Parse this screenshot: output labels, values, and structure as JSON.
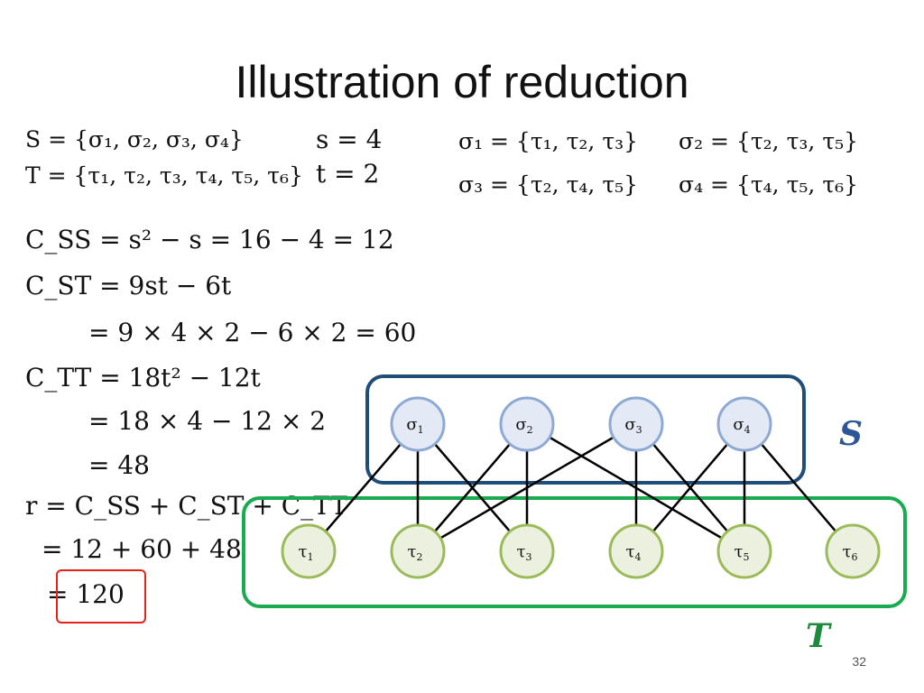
{
  "slide": {
    "title": "Illustration of reduction",
    "page_number": "32"
  },
  "equations": {
    "S_set": "S = {σ₁, σ₂, σ₃, σ₄}",
    "s_value": "s = 4",
    "T_set": "T = {τ₁, τ₂, τ₃, τ₄, τ₅, τ₆}",
    "t_value": "t = 2",
    "sigma1": "σ₁ = {τ₁, τ₂, τ₃}",
    "sigma2": "σ₂ = {τ₂, τ₃, τ₅}",
    "sigma3": "σ₃ = {τ₂, τ₄, τ₅}",
    "sigma4": "σ₄ = {τ₄, τ₅, τ₆}",
    "css": "C_SS = s² − s = 16 − 4 = 12",
    "cst1": "C_ST = 9st − 6t",
    "cst2": "= 9 × 4 × 2 − 6 × 2 = 60",
    "ctt1": "C_TT = 18t² − 12t",
    "ctt2": "= 18 × 4 − 12 × 2",
    "ctt3": "= 48",
    "r1": "r = C_SS + C_ST + C_TT",
    "r2": "= 12 + 60 + 48",
    "r3": "= 120"
  },
  "graph": {
    "s_group_label": "S",
    "t_group_label": "T",
    "s_nodes": [
      {
        "id": "s1",
        "label": "σ",
        "sub": "1"
      },
      {
        "id": "s2",
        "label": "σ",
        "sub": "2"
      },
      {
        "id": "s3",
        "label": "σ",
        "sub": "3"
      },
      {
        "id": "s4",
        "label": "σ",
        "sub": "4"
      }
    ],
    "t_nodes": [
      {
        "id": "t1",
        "label": "τ",
        "sub": "1"
      },
      {
        "id": "t2",
        "label": "τ",
        "sub": "2"
      },
      {
        "id": "t3",
        "label": "τ",
        "sub": "3"
      },
      {
        "id": "t4",
        "label": "τ",
        "sub": "4"
      },
      {
        "id": "t5",
        "label": "τ",
        "sub": "5"
      },
      {
        "id": "t6",
        "label": "τ",
        "sub": "6"
      }
    ],
    "edges": [
      [
        "s1",
        "t1"
      ],
      [
        "s1",
        "t2"
      ],
      [
        "s1",
        "t3"
      ],
      [
        "s2",
        "t2"
      ],
      [
        "s2",
        "t3"
      ],
      [
        "s2",
        "t5"
      ],
      [
        "s3",
        "t2"
      ],
      [
        "s3",
        "t4"
      ],
      [
        "s3",
        "t5"
      ],
      [
        "s4",
        "t4"
      ],
      [
        "s4",
        "t5"
      ],
      [
        "s4",
        "t6"
      ]
    ]
  },
  "colors": {
    "s_box": "#1f4e79",
    "t_box": "#1aab50",
    "s_node_fill": "#e3eaf6",
    "s_node_stroke": "#8eaad4",
    "t_node_fill": "#ebf1de",
    "t_node_stroke": "#9bbb59",
    "s_label": "#2e5597",
    "t_label": "#1e8a3c",
    "highlight": "#e3231b"
  }
}
